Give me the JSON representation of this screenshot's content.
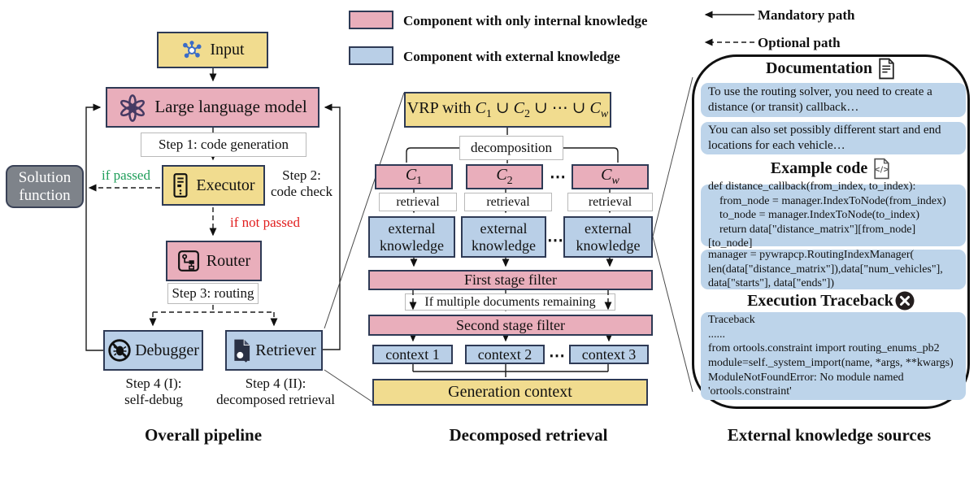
{
  "legend": {
    "internal": "Component with only internal knowledge",
    "external": "Component with external knowledge",
    "mandatory": "Mandatory path",
    "optional": "Optional path"
  },
  "pipeline": {
    "caption": "Overall pipeline",
    "input": "Input",
    "llm": "Large language model",
    "step1": "Step 1: code generation",
    "executor": "Executor",
    "step2a": "Step 2:",
    "step2b": "code check",
    "solution1": "Solution",
    "solution2": "function",
    "if_passed": "if passed",
    "if_not_passed": "if not passed",
    "router": "Router",
    "step3": "Step 3: routing",
    "debugger": "Debugger",
    "retriever": "Retriever",
    "step4a1": "Step 4 (I):",
    "step4a2": "self-debug",
    "step4b1": "Step 4 (II):",
    "step4b2": "decomposed retrieval"
  },
  "retrieval": {
    "caption": "Decomposed retrieval",
    "vrp_prefix": "VRP with",
    "c1": "C",
    "s1": "1",
    "c2": "C",
    "s2": "2",
    "cw": "C",
    "sw": "w",
    "u": "∪",
    "cdots": "⋯",
    "decomposition": "decomposition",
    "retrieval_label": "retrieval",
    "external_knowledge": "external knowledge",
    "first_filter": "First stage filter",
    "if_multiple": "If multiple documents remaining",
    "second_filter": "Second stage filter",
    "contexts": [
      "context 1",
      "context 2",
      "context 3"
    ],
    "generation": "Generation context"
  },
  "knowledge": {
    "caption": "External knowledge sources",
    "doc_title": "Documentation",
    "doc_items": [
      "To use the routing solver, you need to create a distance (or transit) callback…",
      "You can also set possibly different start and end locations for each vehicle…"
    ],
    "code_title": "Example code",
    "code_items": [
      "def distance_callback(from_index, to_index):\n    from_node = manager.IndexToNode(from_index)\n    to_node = manager.IndexToNode(to_index)\n    return data[\"distance_matrix\"][from_node][to_node]",
      "manager = pywrapcp.RoutingIndexManager(\nlen(data[\"distance_matrix\"]),data[\"num_vehicles\"],\ndata[\"starts\"], data[\"ends\"])"
    ],
    "traceback_title": "Execution Traceback",
    "traceback": "Traceback\n......\nfrom ortools.constraint import routing_enums_pb2\nmodule=self._system_import(name, *args, **kwargs)\nModuleNotFoundError: No module named\n'ortools.constraint'"
  },
  "colors": {
    "internal_pink": "#e9aebb",
    "external_blue": "#b9cfe7",
    "io_yellow": "#f1dc8f",
    "border_navy": "#2e3a55",
    "solution_gray": "#7e838a",
    "passed_green": "#1f9e5a",
    "failed_red": "#e11d1d",
    "knowledge_item_blue": "#bdd4ea"
  }
}
